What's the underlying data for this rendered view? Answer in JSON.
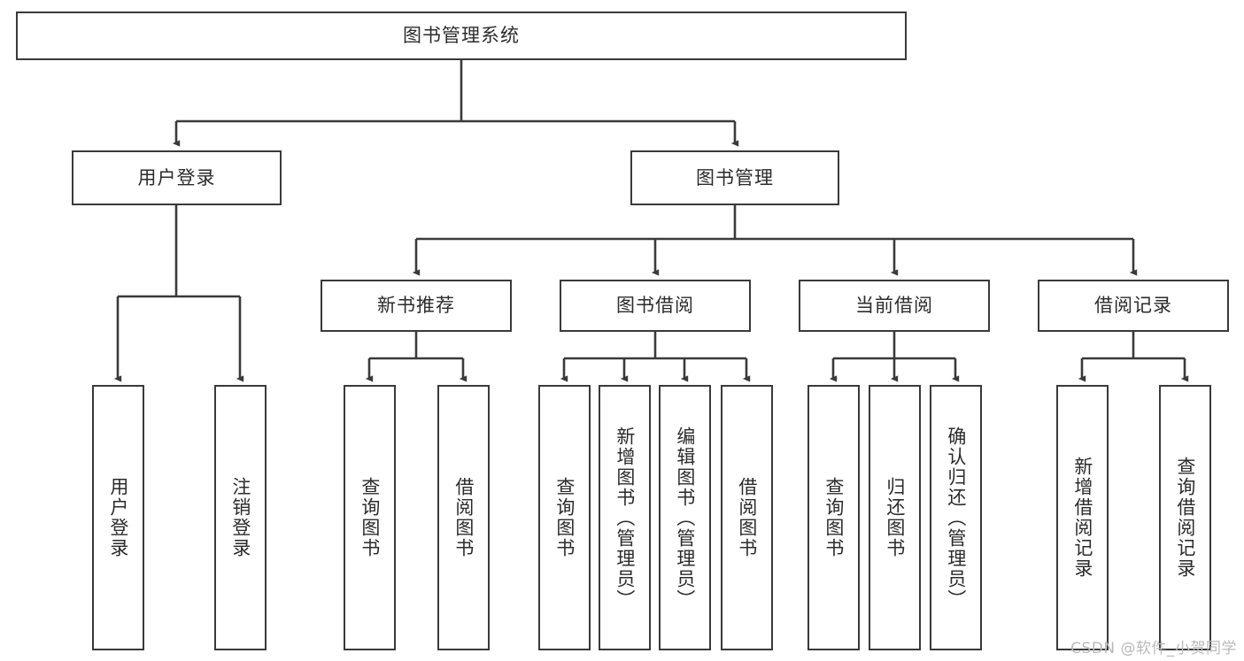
{
  "diagram": {
    "title": "图书管理系统",
    "type": "tree-hierarchy",
    "stroke_color": "#3a3a3a",
    "fill_color": "#ffffff",
    "text_color": "#2b2b2b",
    "nodes": {
      "root": {
        "label": "图书管理系统",
        "level": 1,
        "orientation": "horizontal"
      },
      "login": {
        "label": "用户登录",
        "level": 2,
        "orientation": "horizontal"
      },
      "book_mgmt": {
        "label": "图书管理",
        "level": 2,
        "orientation": "horizontal"
      },
      "new_book": {
        "label": "新书推荐",
        "level": 3,
        "orientation": "horizontal"
      },
      "borrow": {
        "label": "图书借阅",
        "level": 3,
        "orientation": "horizontal"
      },
      "current": {
        "label": "当前借阅",
        "level": 3,
        "orientation": "horizontal"
      },
      "records": {
        "label": "借阅记录",
        "level": 3,
        "orientation": "horizontal"
      },
      "leaf_user_login": {
        "label": "用户登录",
        "level": 4,
        "orientation": "vertical"
      },
      "leaf_logout": {
        "label": "注销登录",
        "level": 4,
        "orientation": "vertical"
      },
      "leaf_nb_query": {
        "label": "查询图书",
        "level": 4,
        "orientation": "vertical"
      },
      "leaf_nb_borrow": {
        "label": "借阅图书",
        "level": 4,
        "orientation": "vertical"
      },
      "leaf_bw_query": {
        "label": "查询图书",
        "level": 4,
        "orientation": "vertical"
      },
      "leaf_bw_add": {
        "label": "新增图书（管理员）",
        "level": 4,
        "orientation": "vertical"
      },
      "leaf_bw_edit": {
        "label": "编辑图书（管理员）",
        "level": 4,
        "orientation": "vertical"
      },
      "leaf_bw_borrow": {
        "label": "借阅图书",
        "level": 4,
        "orientation": "vertical"
      },
      "leaf_cur_query": {
        "label": "查询图书",
        "level": 4,
        "orientation": "vertical"
      },
      "leaf_cur_return": {
        "label": "归还图书",
        "level": 4,
        "orientation": "vertical"
      },
      "leaf_cur_confirm": {
        "label": "确认归还（管理员）",
        "level": 4,
        "orientation": "vertical"
      },
      "leaf_rec_add": {
        "label": "新增借阅记录",
        "level": 4,
        "orientation": "vertical"
      },
      "leaf_rec_query": {
        "label": "查询借阅记录",
        "level": 4,
        "orientation": "vertical"
      }
    },
    "edges": [
      {
        "from": "root",
        "to": "login"
      },
      {
        "from": "root",
        "to": "book_mgmt"
      },
      {
        "from": "login",
        "to": "leaf_user_login"
      },
      {
        "from": "login",
        "to": "leaf_logout"
      },
      {
        "from": "book_mgmt",
        "to": "new_book"
      },
      {
        "from": "book_mgmt",
        "to": "borrow"
      },
      {
        "from": "book_mgmt",
        "to": "current"
      },
      {
        "from": "book_mgmt",
        "to": "records"
      },
      {
        "from": "new_book",
        "to": "leaf_nb_query"
      },
      {
        "from": "new_book",
        "to": "leaf_nb_borrow"
      },
      {
        "from": "borrow",
        "to": "leaf_bw_query"
      },
      {
        "from": "borrow",
        "to": "leaf_bw_add"
      },
      {
        "from": "borrow",
        "to": "leaf_bw_edit"
      },
      {
        "from": "borrow",
        "to": "leaf_bw_borrow"
      },
      {
        "from": "current",
        "to": "leaf_cur_query"
      },
      {
        "from": "current",
        "to": "leaf_cur_return"
      },
      {
        "from": "current",
        "to": "leaf_cur_confirm"
      },
      {
        "from": "records",
        "to": "leaf_rec_add"
      },
      {
        "from": "records",
        "to": "leaf_rec_query"
      }
    ]
  },
  "watermark": {
    "text": "CSDN @软件_小贺同学"
  }
}
